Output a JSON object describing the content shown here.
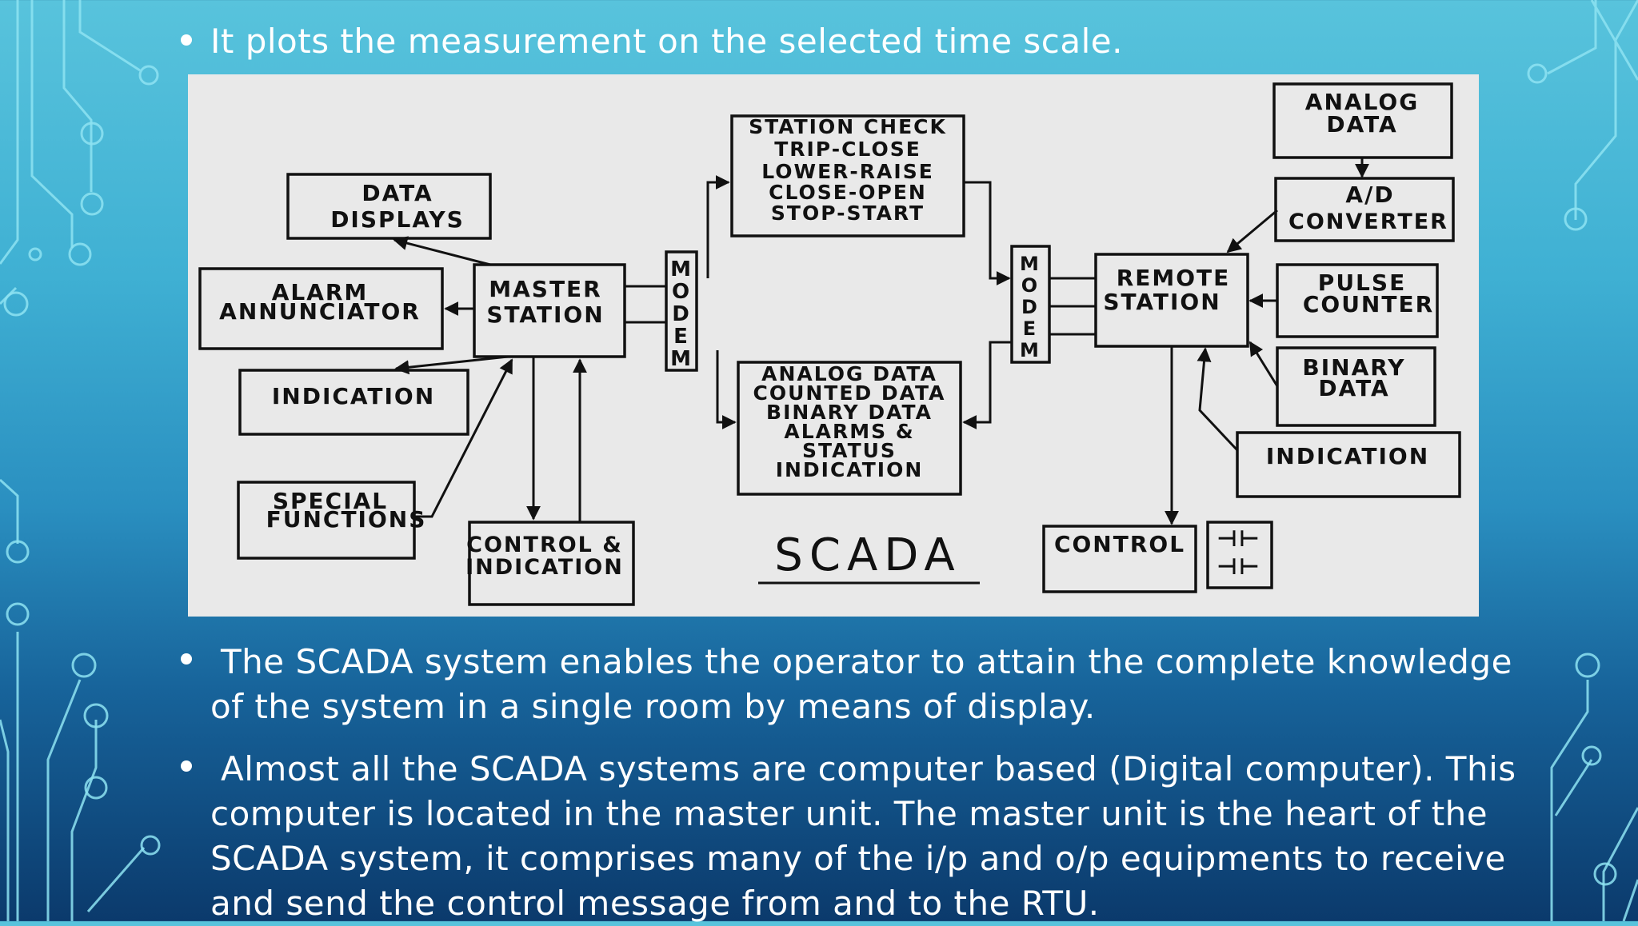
{
  "bullets": {
    "first": "It plots the measurement on the selected time scale.",
    "second_line1": "The SCADA system enables the operator to attain the complete knowledge",
    "second_line2": "of the system in a single room by means of display.",
    "third_line1": "Almost all the SCADA systems are computer based (Digital computer). This",
    "third_line2": "computer is located in the master unit. The master unit is the heart of the",
    "third_line3": "SCADA system, it comprises many of the i/p and o/p equipments to receive",
    "third_line4": "and send the control message from and to the RTU."
  },
  "diagram": {
    "data_displays": [
      "DATA",
      "DISPLAYS"
    ],
    "alarm_annunciator": [
      "ALARM",
      "ANNUNCIATOR"
    ],
    "master_station": [
      "MASTER",
      "STATION"
    ],
    "indication_left": "INDICATION",
    "special_functions": [
      "SPECIAL",
      "FUNCTIONS"
    ],
    "control_indication": [
      "CONTROL &",
      "INDICATION"
    ],
    "modem_left": [
      "M",
      "O",
      "D",
      "E",
      "M"
    ],
    "commands": [
      "STATION CHECK",
      "TRIP-CLOSE",
      "LOWER-RAISE",
      "CLOSE-OPEN",
      "STOP-START"
    ],
    "telemetry": [
      "ANALOG DATA",
      "COUNTED DATA",
      "BINARY DATA",
      "ALARMS &",
      "STATUS",
      "INDICATION"
    ],
    "scada_label": "SCADA",
    "modem_right": [
      "M",
      "O",
      "D",
      "E",
      "M"
    ],
    "remote_station": [
      "REMOTE",
      "STATION"
    ],
    "analog_data": [
      "ANALOG",
      "DATA"
    ],
    "ad_converter": [
      "A/D",
      "CONVERTER"
    ],
    "pulse_counter": [
      "PULSE",
      "COUNTER"
    ],
    "binary_data": [
      "BINARY",
      "DATA"
    ],
    "indication_right": "INDICATION",
    "control_right": "CONTROL",
    "contact_symbols": [
      "⊣⊢",
      "⊣⊢"
    ]
  },
  "colors": {
    "background_top": "#58c3dc",
    "background_bottom": "#0b3a6c",
    "circuit_lines": "#8ee3f2",
    "diagram_paper": "#e9e9e9",
    "text": "#ffffff"
  }
}
